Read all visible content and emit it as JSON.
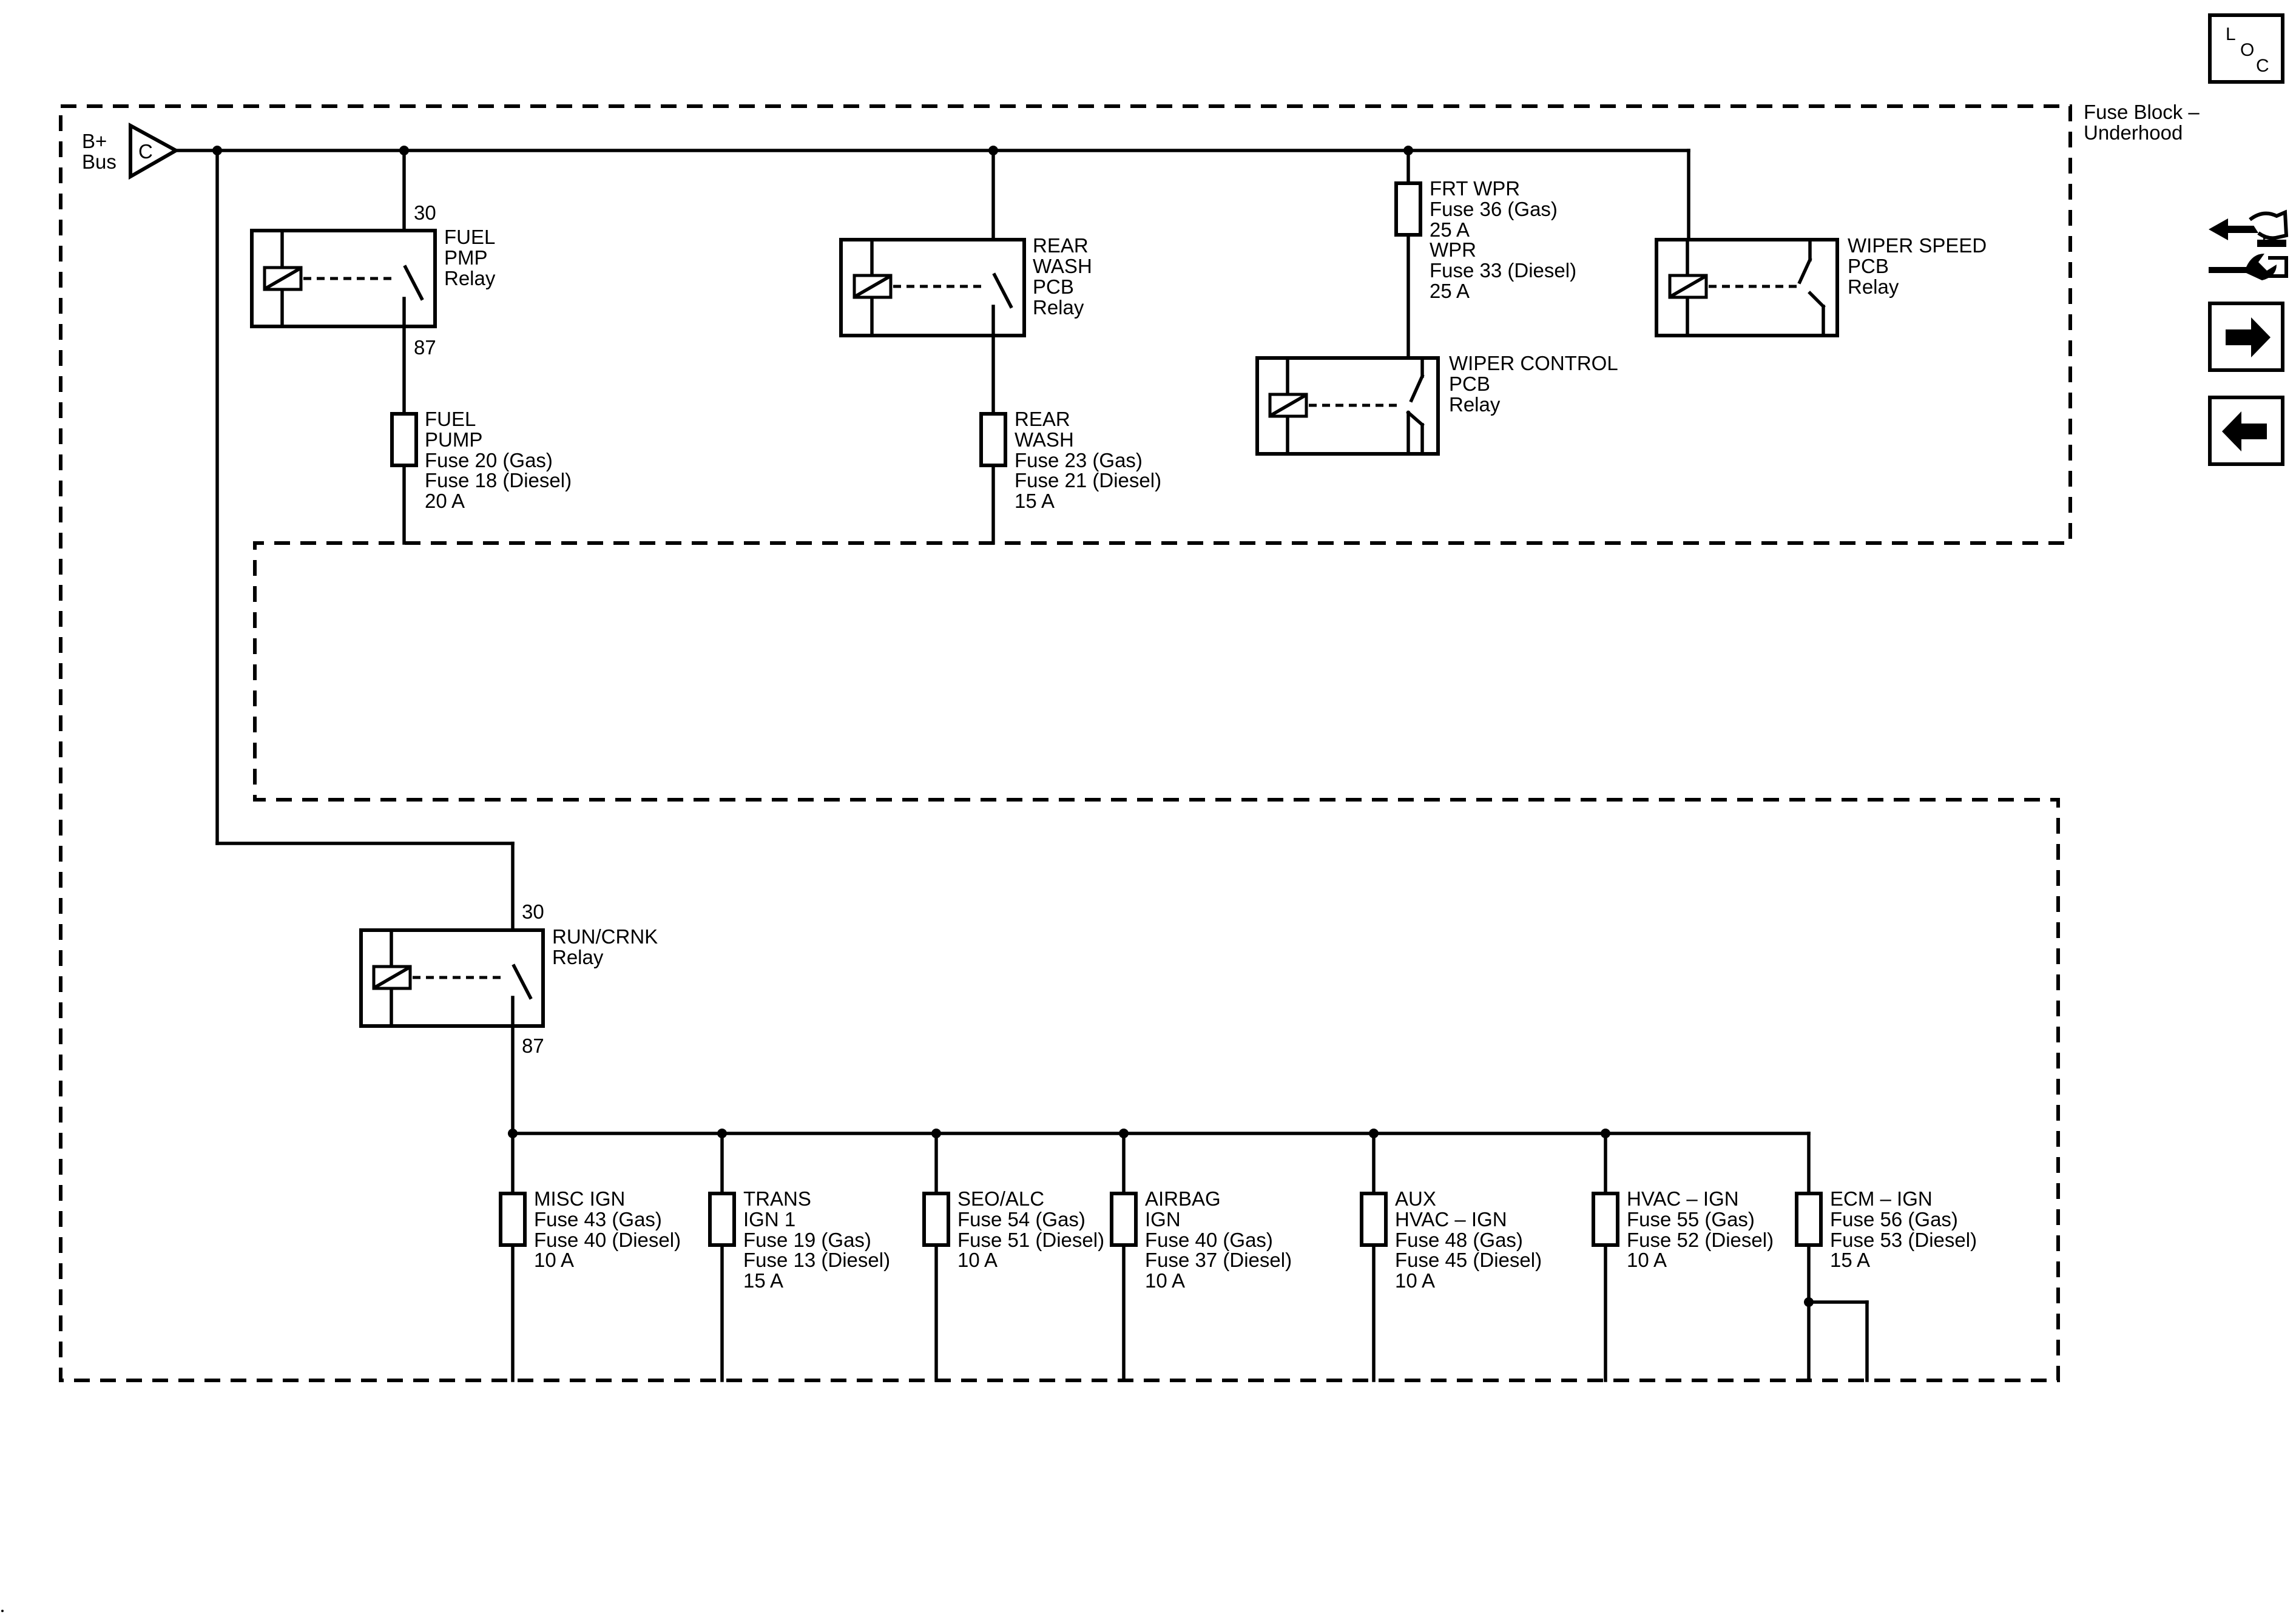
{
  "fuse_block": {
    "line1": "Fuse Block –",
    "line2": "Underhood"
  },
  "source": {
    "line1": "B+",
    "line2": "Bus",
    "connector": "C"
  },
  "nav": {
    "loc_letters": [
      "L",
      "O",
      "C"
    ],
    "tools_icon": "connector-tools-icon",
    "next_icon": "arrow-right-icon",
    "prev_icon": "arrow-left-icon"
  },
  "relays": {
    "fuel_pmp": {
      "lines": [
        "FUEL",
        "PMP",
        "Relay"
      ],
      "pin_in": "30",
      "pin_out": "87"
    },
    "rear_wash": {
      "lines": [
        "REAR",
        "WASH",
        "PCB",
        "Relay"
      ]
    },
    "wiper_control": {
      "lines": [
        "WIPER CONTROL",
        "PCB",
        "Relay"
      ]
    },
    "wiper_speed": {
      "lines": [
        "WIPER SPEED",
        "PCB",
        "Relay"
      ]
    },
    "run_crnk": {
      "lines": [
        "RUN/CRNK",
        "Relay"
      ],
      "pin_in": "30",
      "pin_out": "87"
    }
  },
  "fuses_upper": {
    "fuel_pump": {
      "lines": [
        "FUEL",
        "PUMP",
        "Fuse 20 (Gas)",
        "Fuse 18 (Diesel)",
        "20 A"
      ]
    },
    "rear_wash": {
      "lines": [
        "REAR",
        "WASH",
        "Fuse 23 (Gas)",
        "Fuse 21 (Diesel)",
        "15 A"
      ]
    },
    "frt_wpr": {
      "lines": [
        "FRT WPR",
        "Fuse 36 (Gas)",
        "25 A",
        "WPR",
        "Fuse 33 (Diesel)",
        "25 A"
      ]
    }
  },
  "fuses_lower": [
    {
      "lines": [
        "MISC IGN",
        "Fuse 43 (Gas)",
        "Fuse 40 (Diesel)",
        "10 A"
      ]
    },
    {
      "lines": [
        "TRANS",
        "IGN 1",
        "Fuse 19 (Gas)",
        "Fuse 13 (Diesel)",
        "15 A"
      ]
    },
    {
      "lines": [
        "SEO/ALC",
        "Fuse 54 (Gas)",
        "Fuse 51 (Diesel)",
        "10 A"
      ]
    },
    {
      "lines": [
        "AIRBAG",
        "IGN",
        "Fuse 40 (Gas)",
        "Fuse 37 (Diesel)",
        "10 A"
      ]
    },
    {
      "lines": [
        "AUX",
        "HVAC – IGN",
        "Fuse 48 (Gas)",
        "Fuse 45 (Diesel)",
        "10 A"
      ]
    },
    {
      "lines": [
        "HVAC – IGN",
        "Fuse 55 (Gas)",
        "Fuse 52 (Diesel)",
        "10 A"
      ]
    },
    {
      "lines": [
        "ECM – IGN",
        "Fuse 56 (Gas)",
        "Fuse 53 (Diesel)",
        "15 A"
      ]
    }
  ]
}
